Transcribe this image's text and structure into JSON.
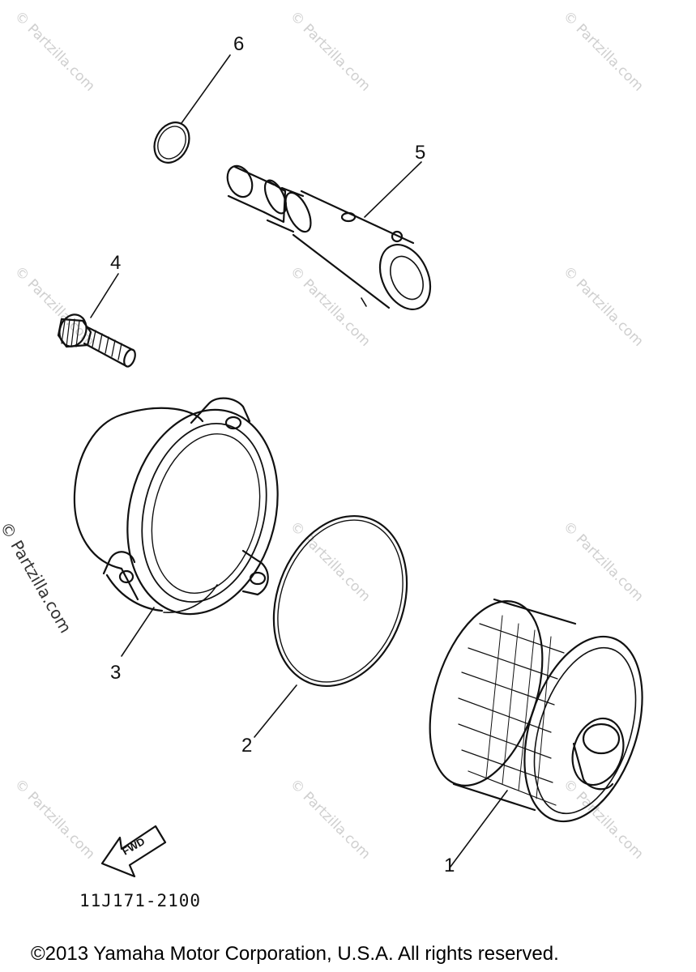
{
  "watermark": "© Partzilla.com",
  "callouts": [
    "1",
    "2",
    "3",
    "4",
    "5",
    "6"
  ],
  "fwd_label": "FWD",
  "part_code": "11J171-2100",
  "copyright": "©2013  Yamaha Motor Corporation, U.S.A. All rights reserved.",
  "colors": {
    "ink": "#111111",
    "watermark": "#cfcfcf"
  }
}
